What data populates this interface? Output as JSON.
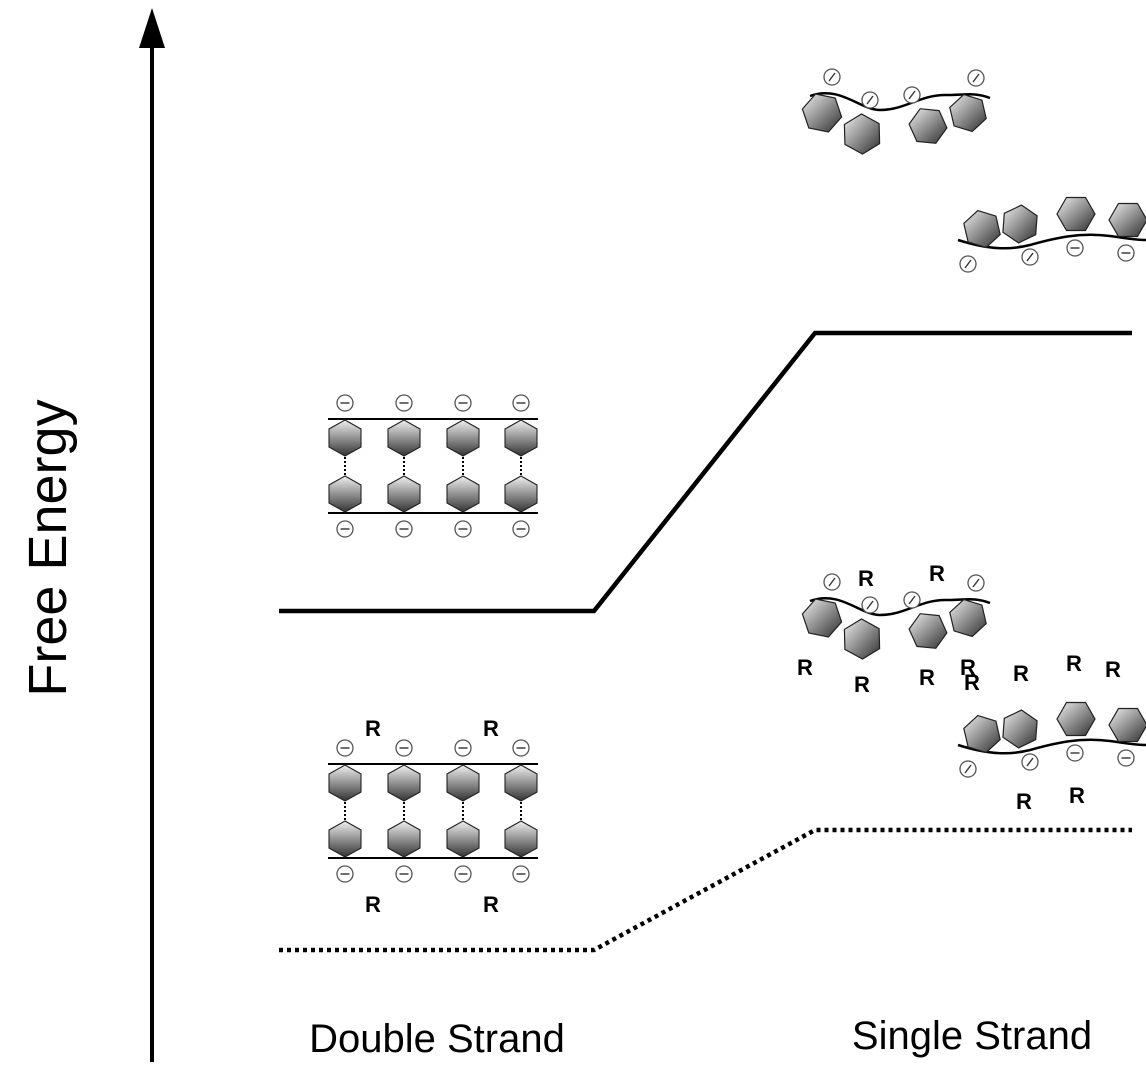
{
  "y_axis": {
    "label": "Free Energy"
  },
  "x_labels": {
    "left": "Double Strand",
    "right": "Single Strand"
  },
  "residue_label": "R",
  "charge_symbol": "−",
  "colors": {
    "line": "#000000",
    "base_light": "#e8e8e8",
    "base_dark": "#3a3a3a",
    "charge_stroke": "#555555"
  }
}
